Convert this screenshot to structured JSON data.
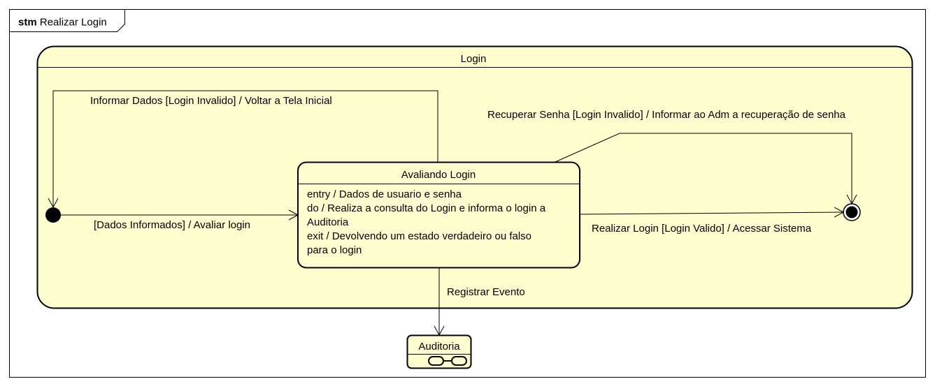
{
  "frame": {
    "keyword": "stm",
    "name": "Realizar Login"
  },
  "composite_state": {
    "name": "Login"
  },
  "state": {
    "name": "Avaliando Login",
    "behaviors": [
      "entry / Dados de usuario e senha",
      "do / Realiza a consulta do Login e informa o login a",
      "Auditoria",
      "exit / Devolvendo um estado verdadeiro ou falso",
      "para o login"
    ]
  },
  "submachine_state": {
    "name": "Auditoria"
  },
  "transitions": {
    "initial_to_state": "[Dados Informados] / Avaliar login",
    "state_to_initial": "Informar Dados [Login Invalido] / Voltar a Tela Inicial",
    "recover_password": "Recuperar Senha [Login Invalido] / Informar ao Adm a recuperação de senha",
    "login_success": "Realizar Login [Login Valido] / Acessar Sistema",
    "register_event": "Registrar Evento"
  },
  "colors": {
    "state_fill": "#fefece",
    "stroke": "#000000",
    "background": "#ffffff"
  }
}
